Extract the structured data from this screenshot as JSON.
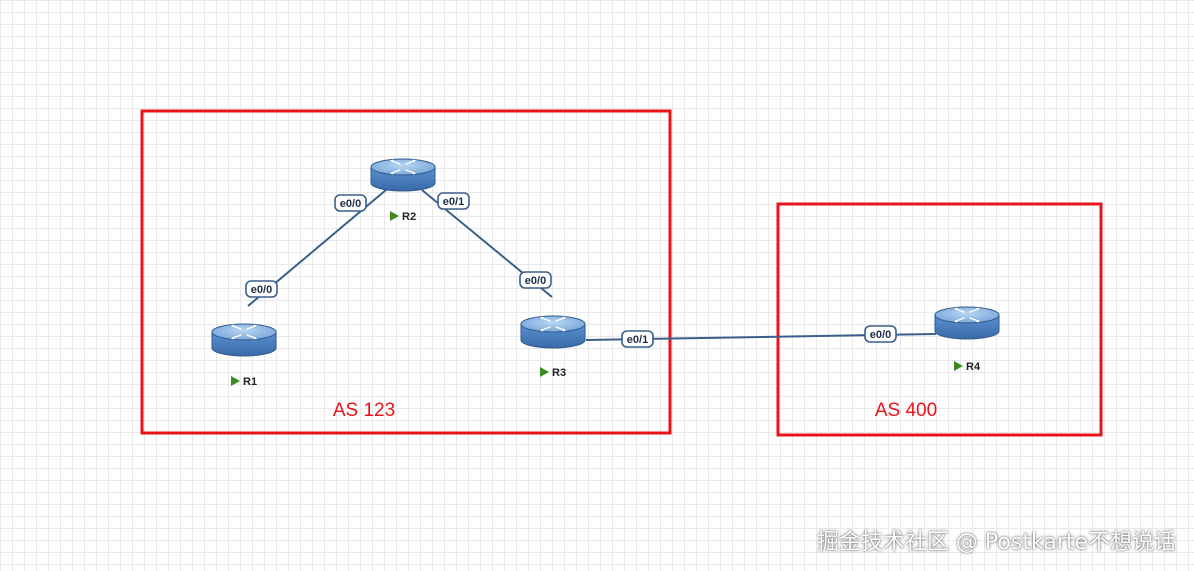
{
  "colors": {
    "as_border": "#e8141b",
    "as_text": "#e8141b",
    "link": "#3a5f8a",
    "router_top": "#8fb8e4",
    "router_side": "#4a7fc0",
    "play_icon": "#3c8b1e"
  },
  "as_boxes": [
    {
      "id": "as123",
      "label": "AS 123"
    },
    {
      "id": "as400",
      "label": "AS 400"
    }
  ],
  "routers": [
    {
      "id": "r1",
      "name": "R1",
      "icon": "router-icon",
      "status_icon": "play-icon"
    },
    {
      "id": "r2",
      "name": "R2",
      "icon": "router-icon",
      "status_icon": "play-icon"
    },
    {
      "id": "r3",
      "name": "R3",
      "icon": "router-icon",
      "status_icon": "play-icon"
    },
    {
      "id": "r4",
      "name": "R4",
      "icon": "router-icon",
      "status_icon": "play-icon"
    }
  ],
  "links": [
    {
      "id": "r1-r2",
      "a_port": "e0/0",
      "b_port": "e0/0"
    },
    {
      "id": "r2-r3",
      "a_port": "e0/1",
      "b_port": "e0/0"
    },
    {
      "id": "r3-r4",
      "a_port": "e0/1",
      "b_port": "e0/0"
    }
  ],
  "watermark": "掘金技术社区 @ Postkarte不想说话"
}
